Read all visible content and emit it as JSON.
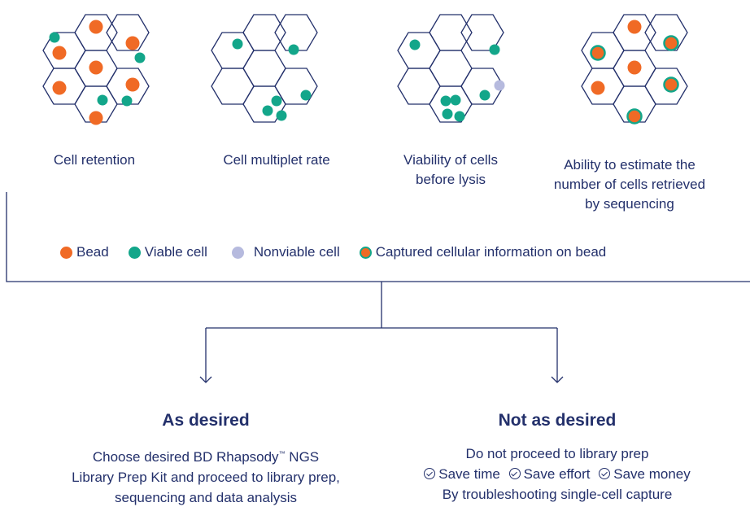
{
  "colors": {
    "navy": "#23306b",
    "bead": "#f06a25",
    "viable_cell": "#13a68a",
    "nonviable_cell": "#b6bade",
    "hex_stroke": "#23306b"
  },
  "panels": [
    {
      "caption": "Cell retention"
    },
    {
      "caption": "Cell multiplet rate"
    },
    {
      "caption": "Viability of cells before lysis"
    },
    {
      "caption": "Ability to estimate the number of cells retrieved by sequencing"
    }
  ],
  "legend": [
    {
      "label": "Bead",
      "type": "bead"
    },
    {
      "label": "Viable cell",
      "type": "viable"
    },
    {
      "label": "Nonviable cell",
      "type": "nonviable"
    },
    {
      "label": "Captured cellular information on bead",
      "type": "captured"
    }
  ],
  "outcomes": {
    "desired": {
      "title": "As desired",
      "text_1": "Choose desired BD Rhapsody",
      "trademark": "™",
      "text_2": " NGS Library Prep Kit and proceed to library prep, sequencing and data analysis"
    },
    "not_desired": {
      "title": "Not as desired",
      "line1": "Do not proceed to library prep",
      "benefits": [
        "Save time",
        "Save effort",
        "Save money"
      ],
      "line3": "By troubleshooting single-cell capture"
    }
  }
}
